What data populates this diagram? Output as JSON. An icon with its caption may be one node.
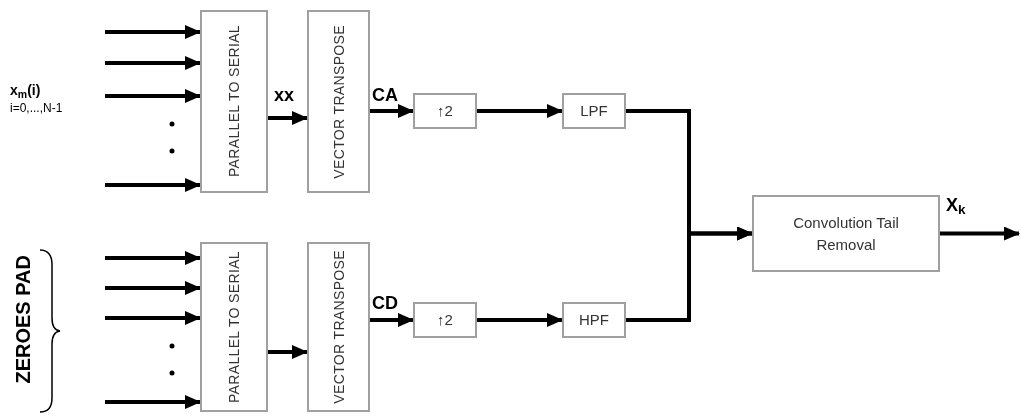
{
  "diagram": {
    "nodes": [
      {
        "text": [
          "PARALLEL TO SERIAL"
        ]
      },
      {
        "text": [
          "VECTOR TRANSPOSE"
        ]
      },
      {
        "text": [
          "↑2"
        ]
      },
      {
        "text": [
          "LPF"
        ]
      },
      {
        "text": [
          "PARALLEL TO SERIAL"
        ]
      },
      {
        "text": [
          "VECTOR TRANSPOSE"
        ]
      },
      {
        "text": [
          "↑2"
        ]
      },
      {
        "text": [
          "HPF"
        ]
      },
      {
        "text": [
          "Convolution Tail Removal"
        ]
      }
    ],
    "edges": [
      {
        "from": null,
        "to": 0,
        "arrow": "to"
      },
      {
        "from": null,
        "to": 0,
        "arrow": "to"
      },
      {
        "from": null,
        "to": 0,
        "arrow": "to"
      },
      {
        "from": null,
        "to": 0,
        "arrow": "to"
      },
      {
        "from": 0,
        "to": 1,
        "arrow": "to",
        "label": "xx"
      },
      {
        "from": 1,
        "to": 2,
        "arrow": "to",
        "label": "CA"
      },
      {
        "from": 2,
        "to": 3,
        "arrow": "to"
      },
      {
        "from": 3,
        "to": 8,
        "arrow": "to"
      },
      {
        "from": null,
        "to": 4,
        "arrow": "to"
      },
      {
        "from": null,
        "to": 4,
        "arrow": "to"
      },
      {
        "from": null,
        "to": 4,
        "arrow": "to"
      },
      {
        "from": null,
        "to": 4,
        "arrow": "to"
      },
      {
        "from": 4,
        "to": 5,
        "arrow": "to"
      },
      {
        "from": 5,
        "to": 6,
        "arrow": "to",
        "label": "CD"
      },
      {
        "from": 6,
        "to": 7,
        "arrow": "to"
      },
      {
        "from": 7,
        "to": 8,
        "arrow": "to"
      },
      {
        "from": 8,
        "to": null,
        "arrow": "to",
        "label": "X$_{k}$"
      }
    ],
    "labels": [
      "x$_{m}$(i)",
      "i=0,...,N-1",
      "ZEROES PAD"
    ]
  }
}
